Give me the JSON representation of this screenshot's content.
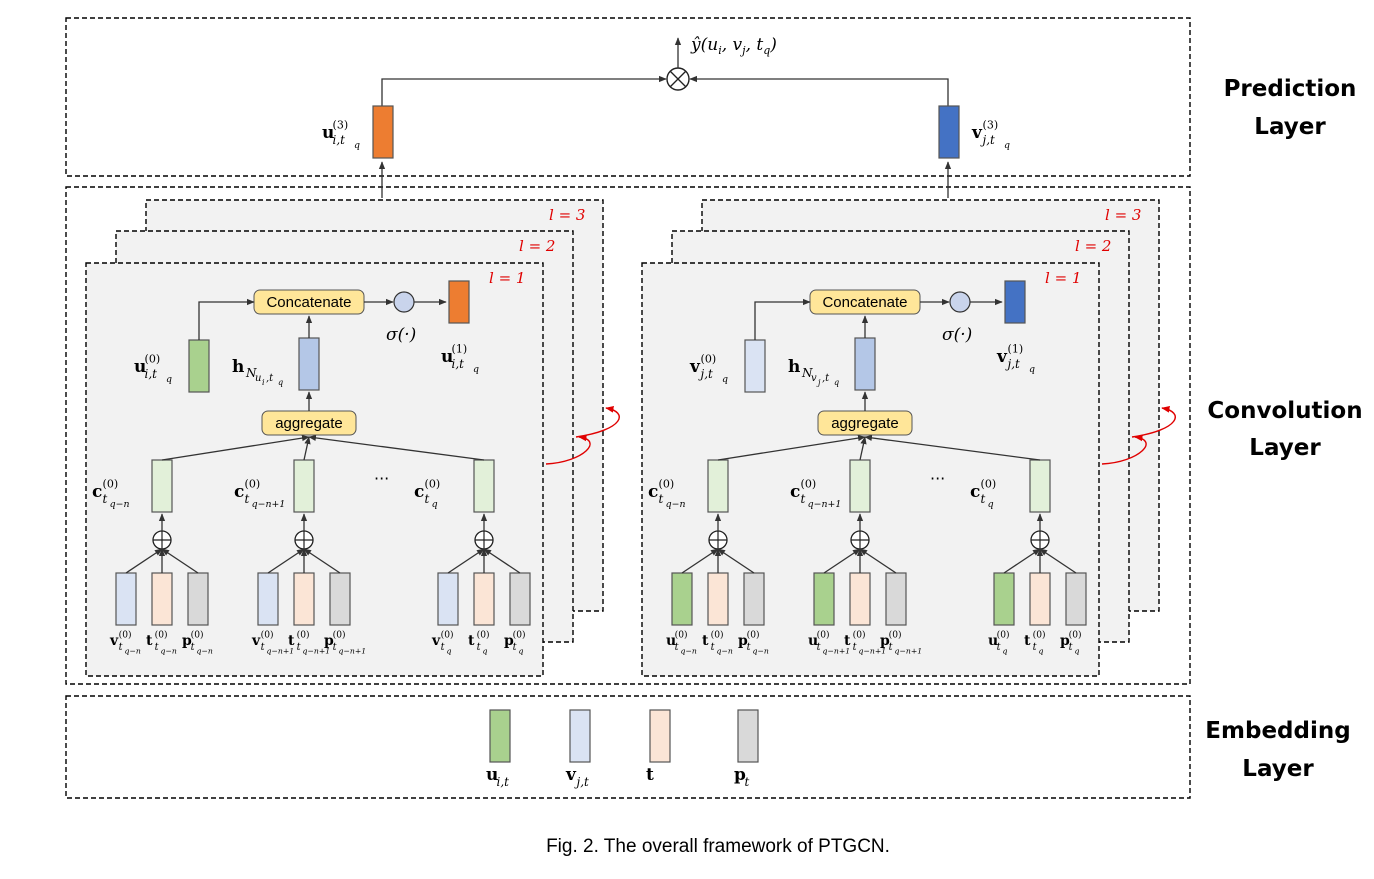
{
  "layers": {
    "prediction": "Prediction\nLayer",
    "convolution": "Convolution\nLayer",
    "embedding": "Embedding\nLayer"
  },
  "output": {
    "text": "ŷ(u",
    "label": "ŷ(u_i, v_j, t_q)"
  },
  "prediction": {
    "user_vec": {
      "base": "u",
      "sup": "(3)",
      "sub": "i,t",
      "subsub": "q"
    },
    "item_vec": {
      "base": "v",
      "sup": "(3)",
      "sub": "j,t",
      "subsub": "q"
    }
  },
  "conv": {
    "l_marks": [
      "l = 3",
      "l = 2",
      "l = 1"
    ],
    "concat_label": "Concatenate",
    "aggregate_label": "aggregate",
    "sigma_label": "σ(·)",
    "ellipsis": "···",
    "left": {
      "self0": {
        "base": "u",
        "sup": "(0)",
        "sub": "i,t",
        "subsub": "q"
      },
      "h": {
        "base": "h",
        "sub": "N",
        "subsub": "u",
        "subsub2": "i",
        "tail": ",t",
        "tailsub": "q"
      },
      "out1": {
        "base": "u",
        "sup": "(1)",
        "sub": "i,t",
        "subsub": "q"
      },
      "c_labels": [
        {
          "base": "c",
          "sup": "(0)",
          "sub": "t",
          "subsub": "q−n"
        },
        {
          "base": "c",
          "sup": "(0)",
          "sub": "t",
          "subsub": "q−n+1"
        },
        {
          "base": "c",
          "sup": "(0)",
          "sub": "t",
          "subsub": "q"
        }
      ],
      "bottom_labels": [
        [
          {
            "base": "v",
            "sup": "(0)",
            "sub": "t",
            "subsub": "q−n"
          },
          {
            "base": "t",
            "sup": "(0)",
            "sub": "t",
            "subsub": "q−n"
          },
          {
            "base": "p",
            "sup": "(0)",
            "sub": "t",
            "subsub": "q−n"
          }
        ],
        [
          {
            "base": "v",
            "sup": "(0)",
            "sub": "t",
            "subsub": "q−n+1"
          },
          {
            "base": "t",
            "sup": "(0)",
            "sub": "t",
            "subsub": "q−n+1"
          },
          {
            "base": "p",
            "sup": "(0)",
            "sub": "t",
            "subsub": "q−n+1"
          }
        ],
        [
          {
            "base": "v",
            "sup": "(0)",
            "sub": "t",
            "subsub": "q"
          },
          {
            "base": "t",
            "sup": "(0)",
            "sub": "t",
            "subsub": "q"
          },
          {
            "base": "p",
            "sup": "(0)",
            "sub": "t",
            "subsub": "q"
          }
        ]
      ]
    },
    "right": {
      "self0": {
        "base": "v",
        "sup": "(0)",
        "sub": "j,t",
        "subsub": "q"
      },
      "h": {
        "base": "h",
        "sub": "N",
        "subsub": "v",
        "subsub2": "j",
        "tail": ",t",
        "tailsub": "q"
      },
      "out1": {
        "base": "v",
        "sup": "(1)",
        "sub": "j,t",
        "subsub": "q"
      },
      "c_labels": [
        {
          "base": "c",
          "sup": "(0)",
          "sub": "t",
          "subsub": "q−n"
        },
        {
          "base": "c",
          "sup": "(0)",
          "sub": "t",
          "subsub": "q−n+1"
        },
        {
          "base": "c",
          "sup": "(0)",
          "sub": "t",
          "subsub": "q"
        }
      ],
      "bottom_labels": [
        [
          {
            "base": "u",
            "sup": "(0)",
            "sub": "t",
            "subsub": "q−n"
          },
          {
            "base": "t",
            "sup": "(0)",
            "sub": "t",
            "subsub": "q−n"
          },
          {
            "base": "p",
            "sup": "(0)",
            "sub": "t",
            "subsub": "q−n"
          }
        ],
        [
          {
            "base": "u",
            "sup": "(0)",
            "sub": "t",
            "subsub": "q−n+1"
          },
          {
            "base": "t",
            "sup": "(0)",
            "sub": "t",
            "subsub": "q−n+1"
          },
          {
            "base": "p",
            "sup": "(0)",
            "sub": "t",
            "subsub": "q−n+1"
          }
        ],
        [
          {
            "base": "u",
            "sup": "(0)",
            "sub": "t",
            "subsub": "q"
          },
          {
            "base": "t",
            "sup": "(0)",
            "sub": "t",
            "subsub": "q"
          },
          {
            "base": "p",
            "sup": "(0)",
            "sub": "t",
            "subsub": "q"
          }
        ]
      ]
    }
  },
  "embedding": {
    "items": [
      {
        "base": "u",
        "sub": "i,t"
      },
      {
        "base": "v",
        "sub": "j,t"
      },
      {
        "base": "t",
        "sub": ""
      },
      {
        "base": "p",
        "sub": "t"
      }
    ]
  },
  "colors": {
    "user_out": "#ed7d31",
    "item_out": "#4472c4",
    "green": "#a9d18e",
    "light_blue": "#dae3f3",
    "peach": "#fbe5d6",
    "gray": "#d9d9d9",
    "light_green": "#e2f0d9",
    "mid_blue": "#b4c7e7",
    "pill": "#ffe699",
    "red_mark": "#e00000"
  },
  "caption": "Fig. 2. The overall framework of PTGCN."
}
